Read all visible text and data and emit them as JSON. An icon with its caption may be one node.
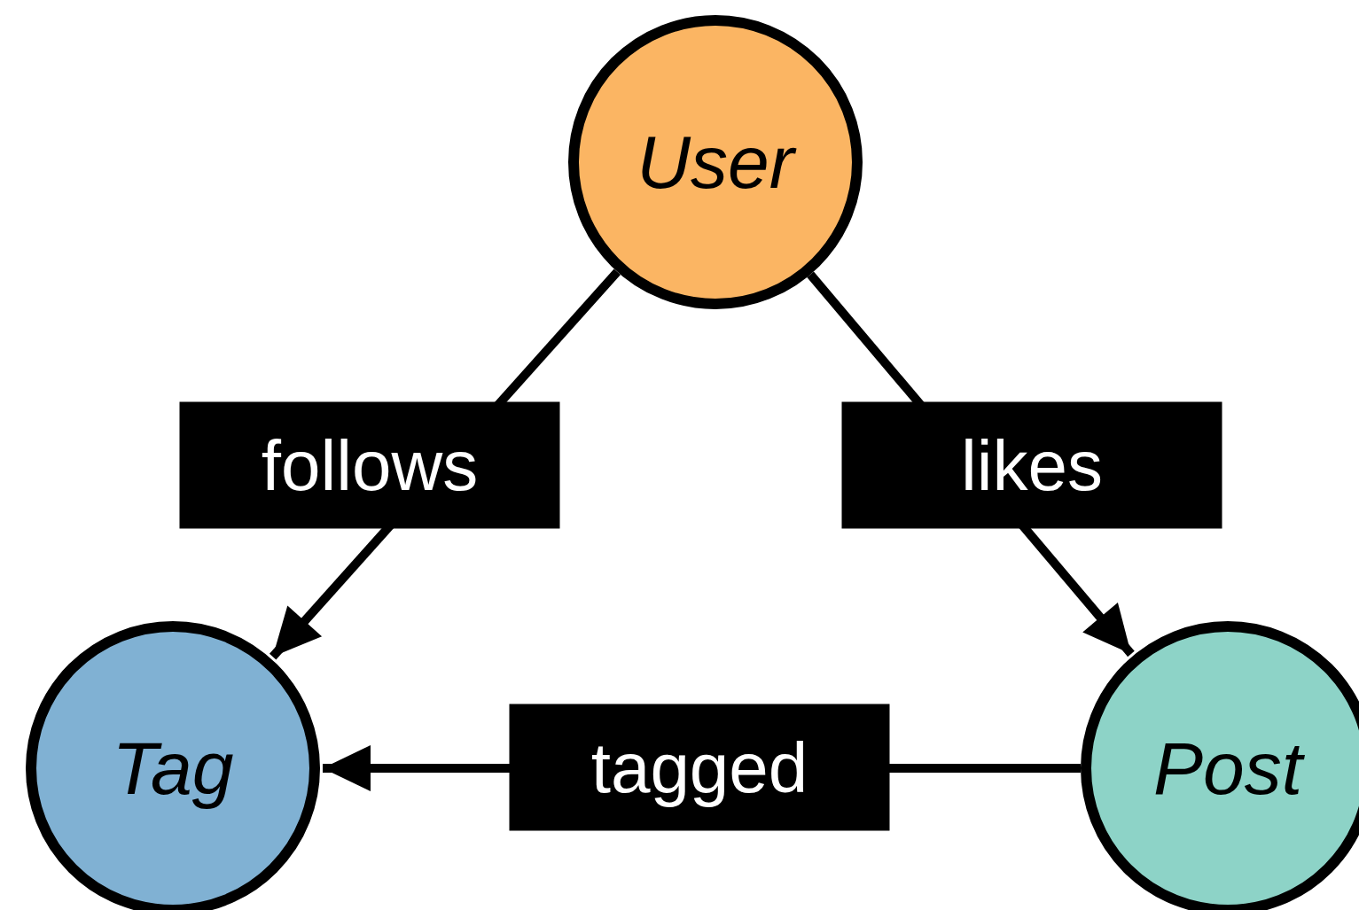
{
  "diagram": {
    "nodes": [
      {
        "text": [
          "User"
        ]
      },
      {
        "text": [
          "Tag"
        ]
      },
      {
        "text": [
          "Post"
        ]
      }
    ],
    "edges": [
      {
        "from": 0,
        "to": 1,
        "arrow": "to",
        "label": "follows"
      },
      {
        "from": 0,
        "to": 2,
        "arrow": "to",
        "label": "likes"
      },
      {
        "from": 2,
        "to": 1,
        "arrow": "to",
        "label": "tagged"
      }
    ]
  }
}
